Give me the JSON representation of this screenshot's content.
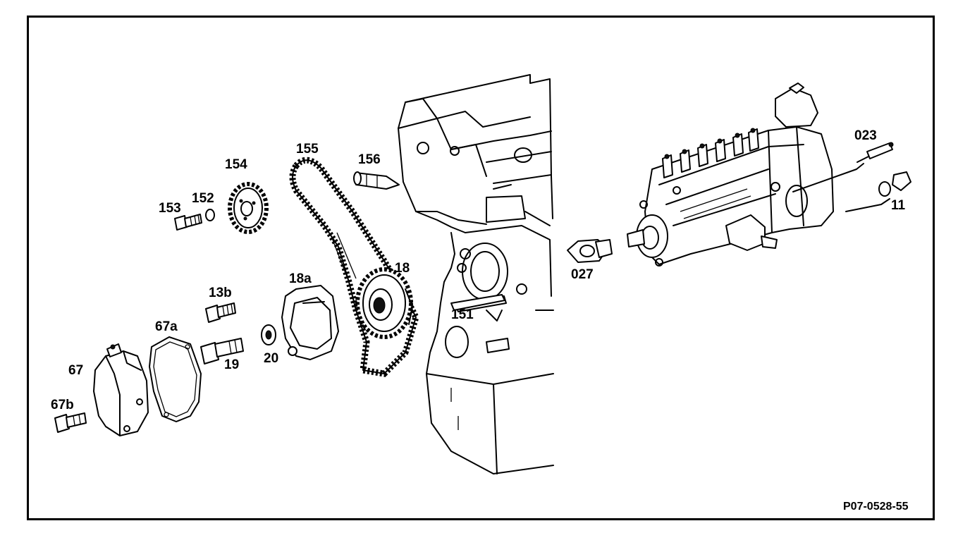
{
  "diagram": {
    "reference_code": "P07-0528-55",
    "labels": {
      "l154": "154",
      "l155": "155",
      "l156": "156",
      "l153": "153",
      "l152": "152",
      "l18": "18",
      "l18a": "18a",
      "l13b": "13b",
      "l67a": "67a",
      "l67": "67",
      "l67b": "67b",
      "l19": "19",
      "l20": "20",
      "l151": "151",
      "l027": "027",
      "l023": "023",
      "l11": "11"
    }
  }
}
